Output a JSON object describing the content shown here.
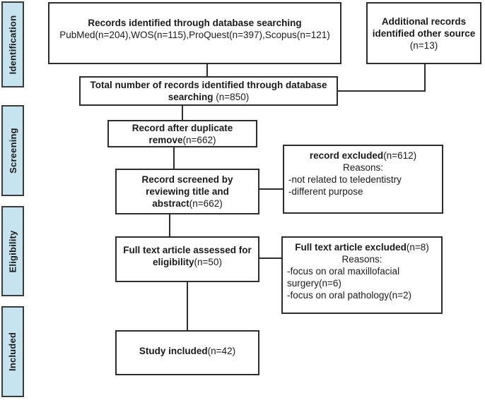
{
  "colors": {
    "stage_fill": "#c6e4ef",
    "stage_border": "#3b3b3b",
    "box_border": "#2d2d2d",
    "connector_line": "#2d2d2d"
  },
  "stages": [
    {
      "label": "Identification"
    },
    {
      "label": "Screening"
    },
    {
      "label": "Eligibility"
    },
    {
      "label": "Included"
    }
  ],
  "boxes": {
    "records_identified": {
      "title": "Records identified through database searching",
      "detail": "PubMed(n=204),WOS(n=115),ProQuest(n=397),Scopus(n=121)"
    },
    "additional_records": {
      "line1": "Additional records",
      "line2": "identified other source",
      "count": "(n=13)"
    },
    "total_records": {
      "line1": "Total number of records identified through database",
      "line2_bold": "searching ",
      "count": "(n=850)"
    },
    "duplicates_removed": {
      "line1": "Record after duplicate",
      "line2_bold": "remove",
      "count": "(n=662)"
    },
    "records_screened": {
      "line1": "Record screened by",
      "line2": "reviewing title and",
      "line3_bold": "abstract",
      "count": "(n=662)"
    },
    "records_excluded": {
      "title": "record excluded",
      "count": "(n=612)",
      "reasons_label": "Reasons:",
      "reason1": "-not related to teledentistry",
      "reason2": "-different purpose"
    },
    "full_text_assessed": {
      "line1": "Full text article assessed for",
      "line2_bold": "eligibility",
      "count": "(n=50)"
    },
    "full_text_excluded": {
      "title": "Full text article excluded",
      "count": "(n=8)",
      "reasons_label": "Reasons:",
      "reason1": "-focus on oral maxillofacial surgery(n=6)",
      "reason2": "-focus on oral pathology(n=2)"
    },
    "study_included": {
      "title": "Study included",
      "count": "(n=42)"
    }
  }
}
